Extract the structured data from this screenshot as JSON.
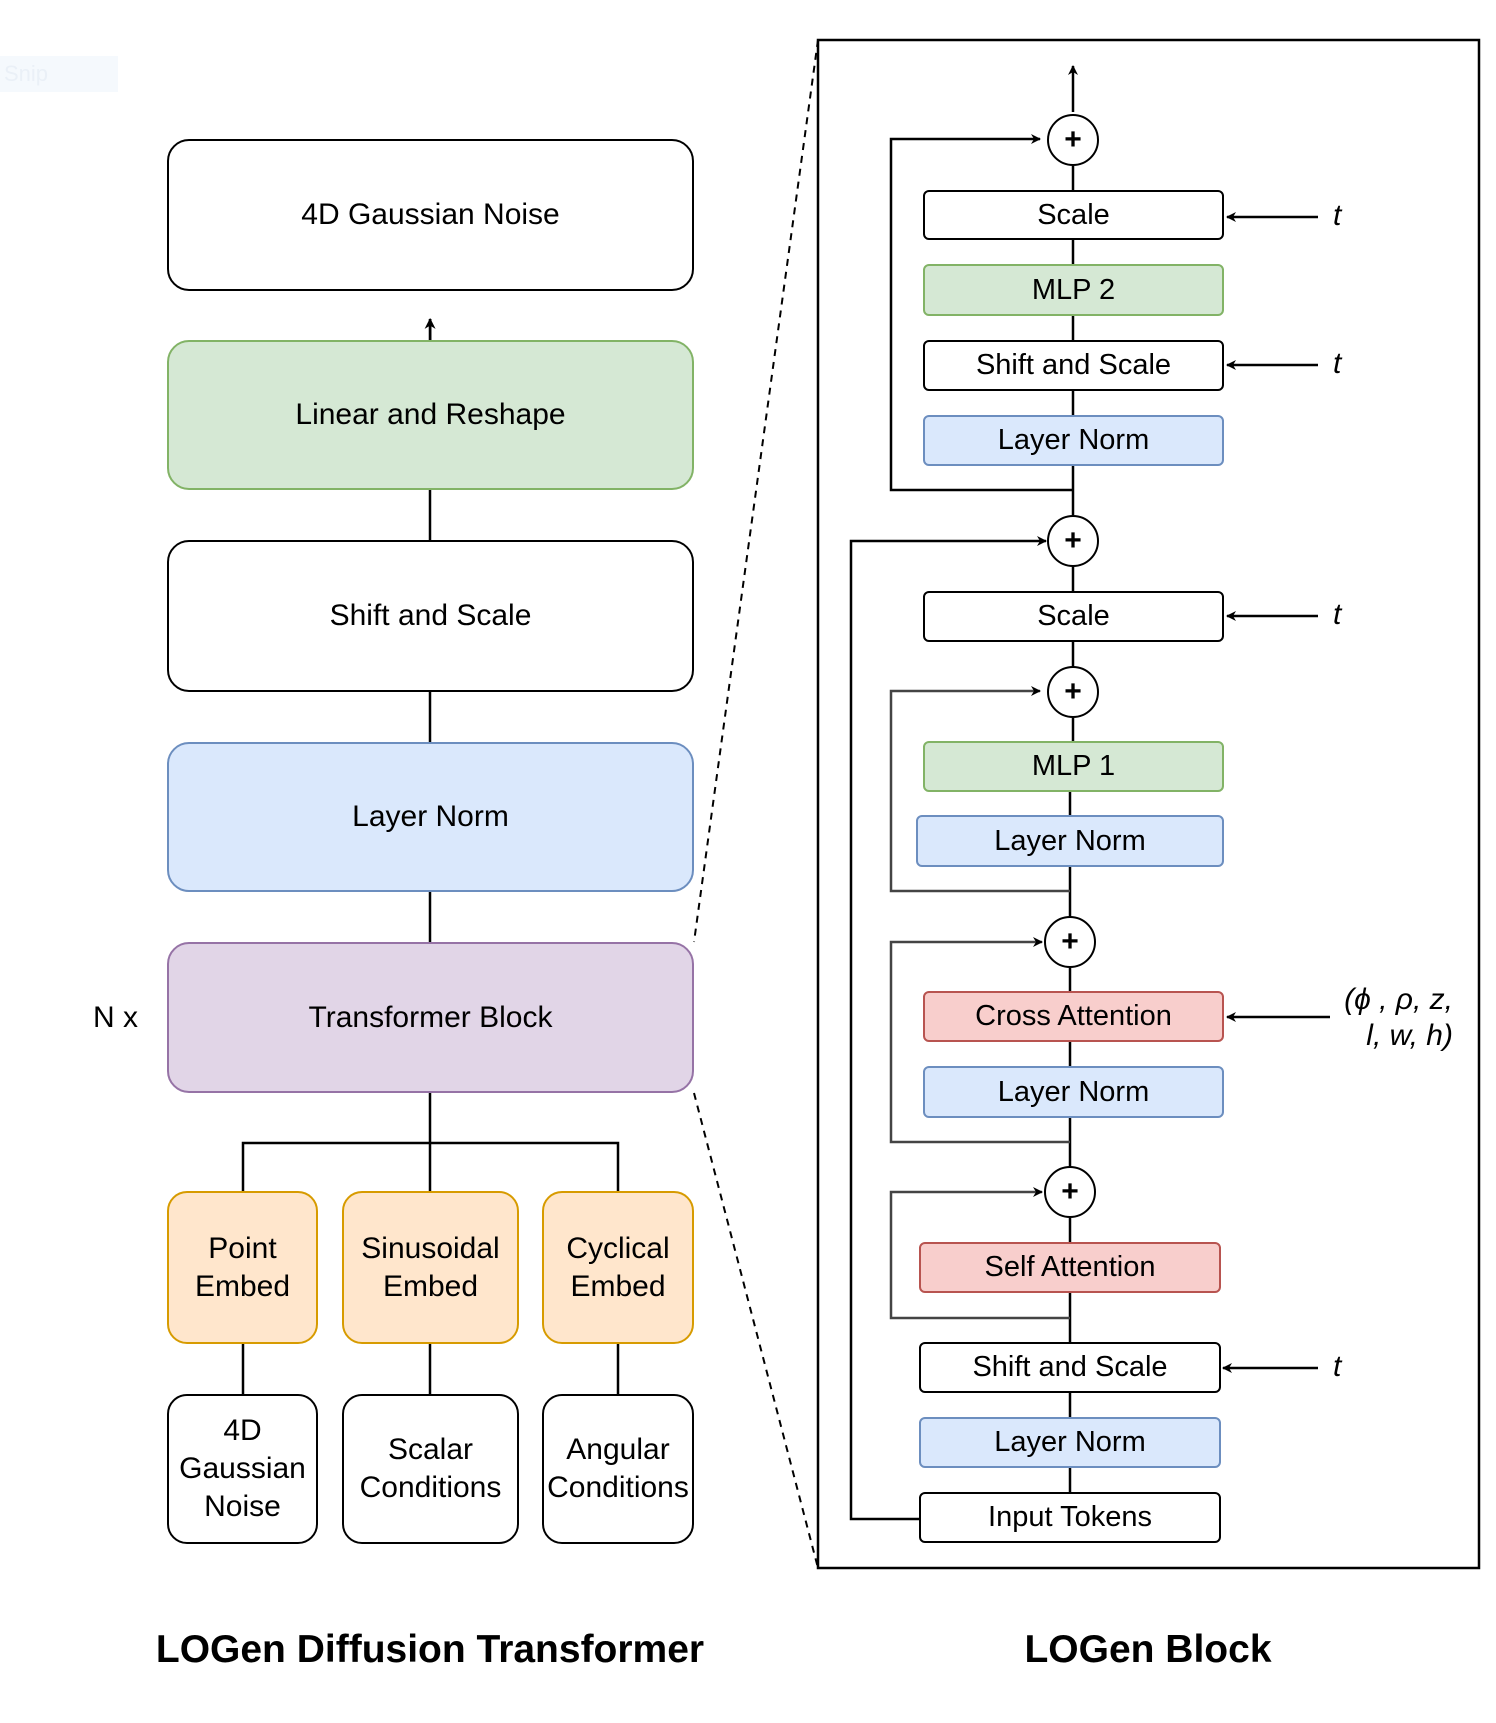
{
  "watermark": "Snip",
  "left": {
    "output": "4D Gaussian Noise",
    "linear": "Linear and Reshape",
    "shift_scale": "Shift and Scale",
    "layer_norm": "Layer Norm",
    "transformer": "Transformer Block",
    "repeat_label": "N x",
    "embeds": [
      "Point\nEmbed",
      "Sinusoidal\nEmbed",
      "Cyclical\nEmbed"
    ],
    "inputs": [
      "4D\nGaussian\nNoise",
      "Scalar\nConditions",
      "Angular\nConditions"
    ]
  },
  "right": {
    "scale_top": "Scale",
    "mlp2": "MLP 2",
    "shift_scale_top": "Shift and Scale",
    "layer_norm_1": "Layer Norm",
    "scale_mid": "Scale",
    "mlp1": "MLP 1",
    "layer_norm_2": "Layer Norm",
    "cross_attention": "Cross Attention",
    "layer_norm_3": "Layer Norm",
    "self_attention": "Self Attention",
    "shift_scale_bottom": "Shift and Scale",
    "layer_norm_4": "Layer Norm",
    "input_tokens": "Input Tokens",
    "plus": "+",
    "t": "t",
    "conditions": "(ϕ , ρ, z,\nl, w,  h)"
  },
  "captions": {
    "left": "LOGen Diffusion Transformer",
    "right": "LOGen Block"
  }
}
